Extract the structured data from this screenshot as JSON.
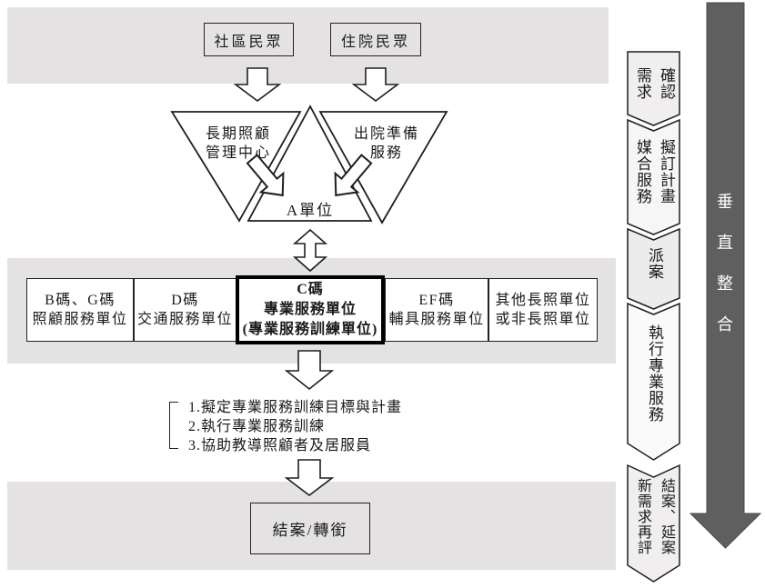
{
  "diagram": {
    "sources": [
      {
        "label": "社區民眾"
      },
      {
        "label": "住院民眾"
      }
    ],
    "assessors": {
      "left_triangle": "長期照顧\n管理中心",
      "right_triangle": "出院準備\n服務",
      "hub": "A單位"
    },
    "service_units": [
      {
        "label": "B碼、G碼\n照顧服務單位",
        "emphasis": false
      },
      {
        "label": "D碼\n交通服務單位",
        "emphasis": false
      },
      {
        "label": "C碼\n專業服務單位\n(專業服務訓練單位)",
        "emphasis": true
      },
      {
        "label": "EF碼\n輔具服務單位",
        "emphasis": false
      },
      {
        "label": "其他長照單位\n或非長照單位",
        "emphasis": false
      }
    ],
    "tasks": [
      "1.擬定專業服務訓練目標與計畫",
      "2.執行專業服務訓練",
      "3.協助教導照顧者及居服員"
    ],
    "closure": "結案/轉銜"
  },
  "pipeline": {
    "steps": [
      {
        "label": "確認\n需求"
      },
      {
        "label": "擬訂計畫\n媒合服務"
      },
      {
        "label": "派案"
      },
      {
        "label": "執行專業服務"
      },
      {
        "label": "結案、延案\n新需求再評"
      }
    ]
  },
  "banner": {
    "label": "垂直整合"
  },
  "colors": {
    "band": "#e4e2e2",
    "chevron_fill_gray": "#f0eeee",
    "chevron_fill_light": "#fafafa",
    "banner_arrow": "#5f5f5f",
    "emphasis_border": "#000000",
    "line": "#1f1f1f"
  }
}
